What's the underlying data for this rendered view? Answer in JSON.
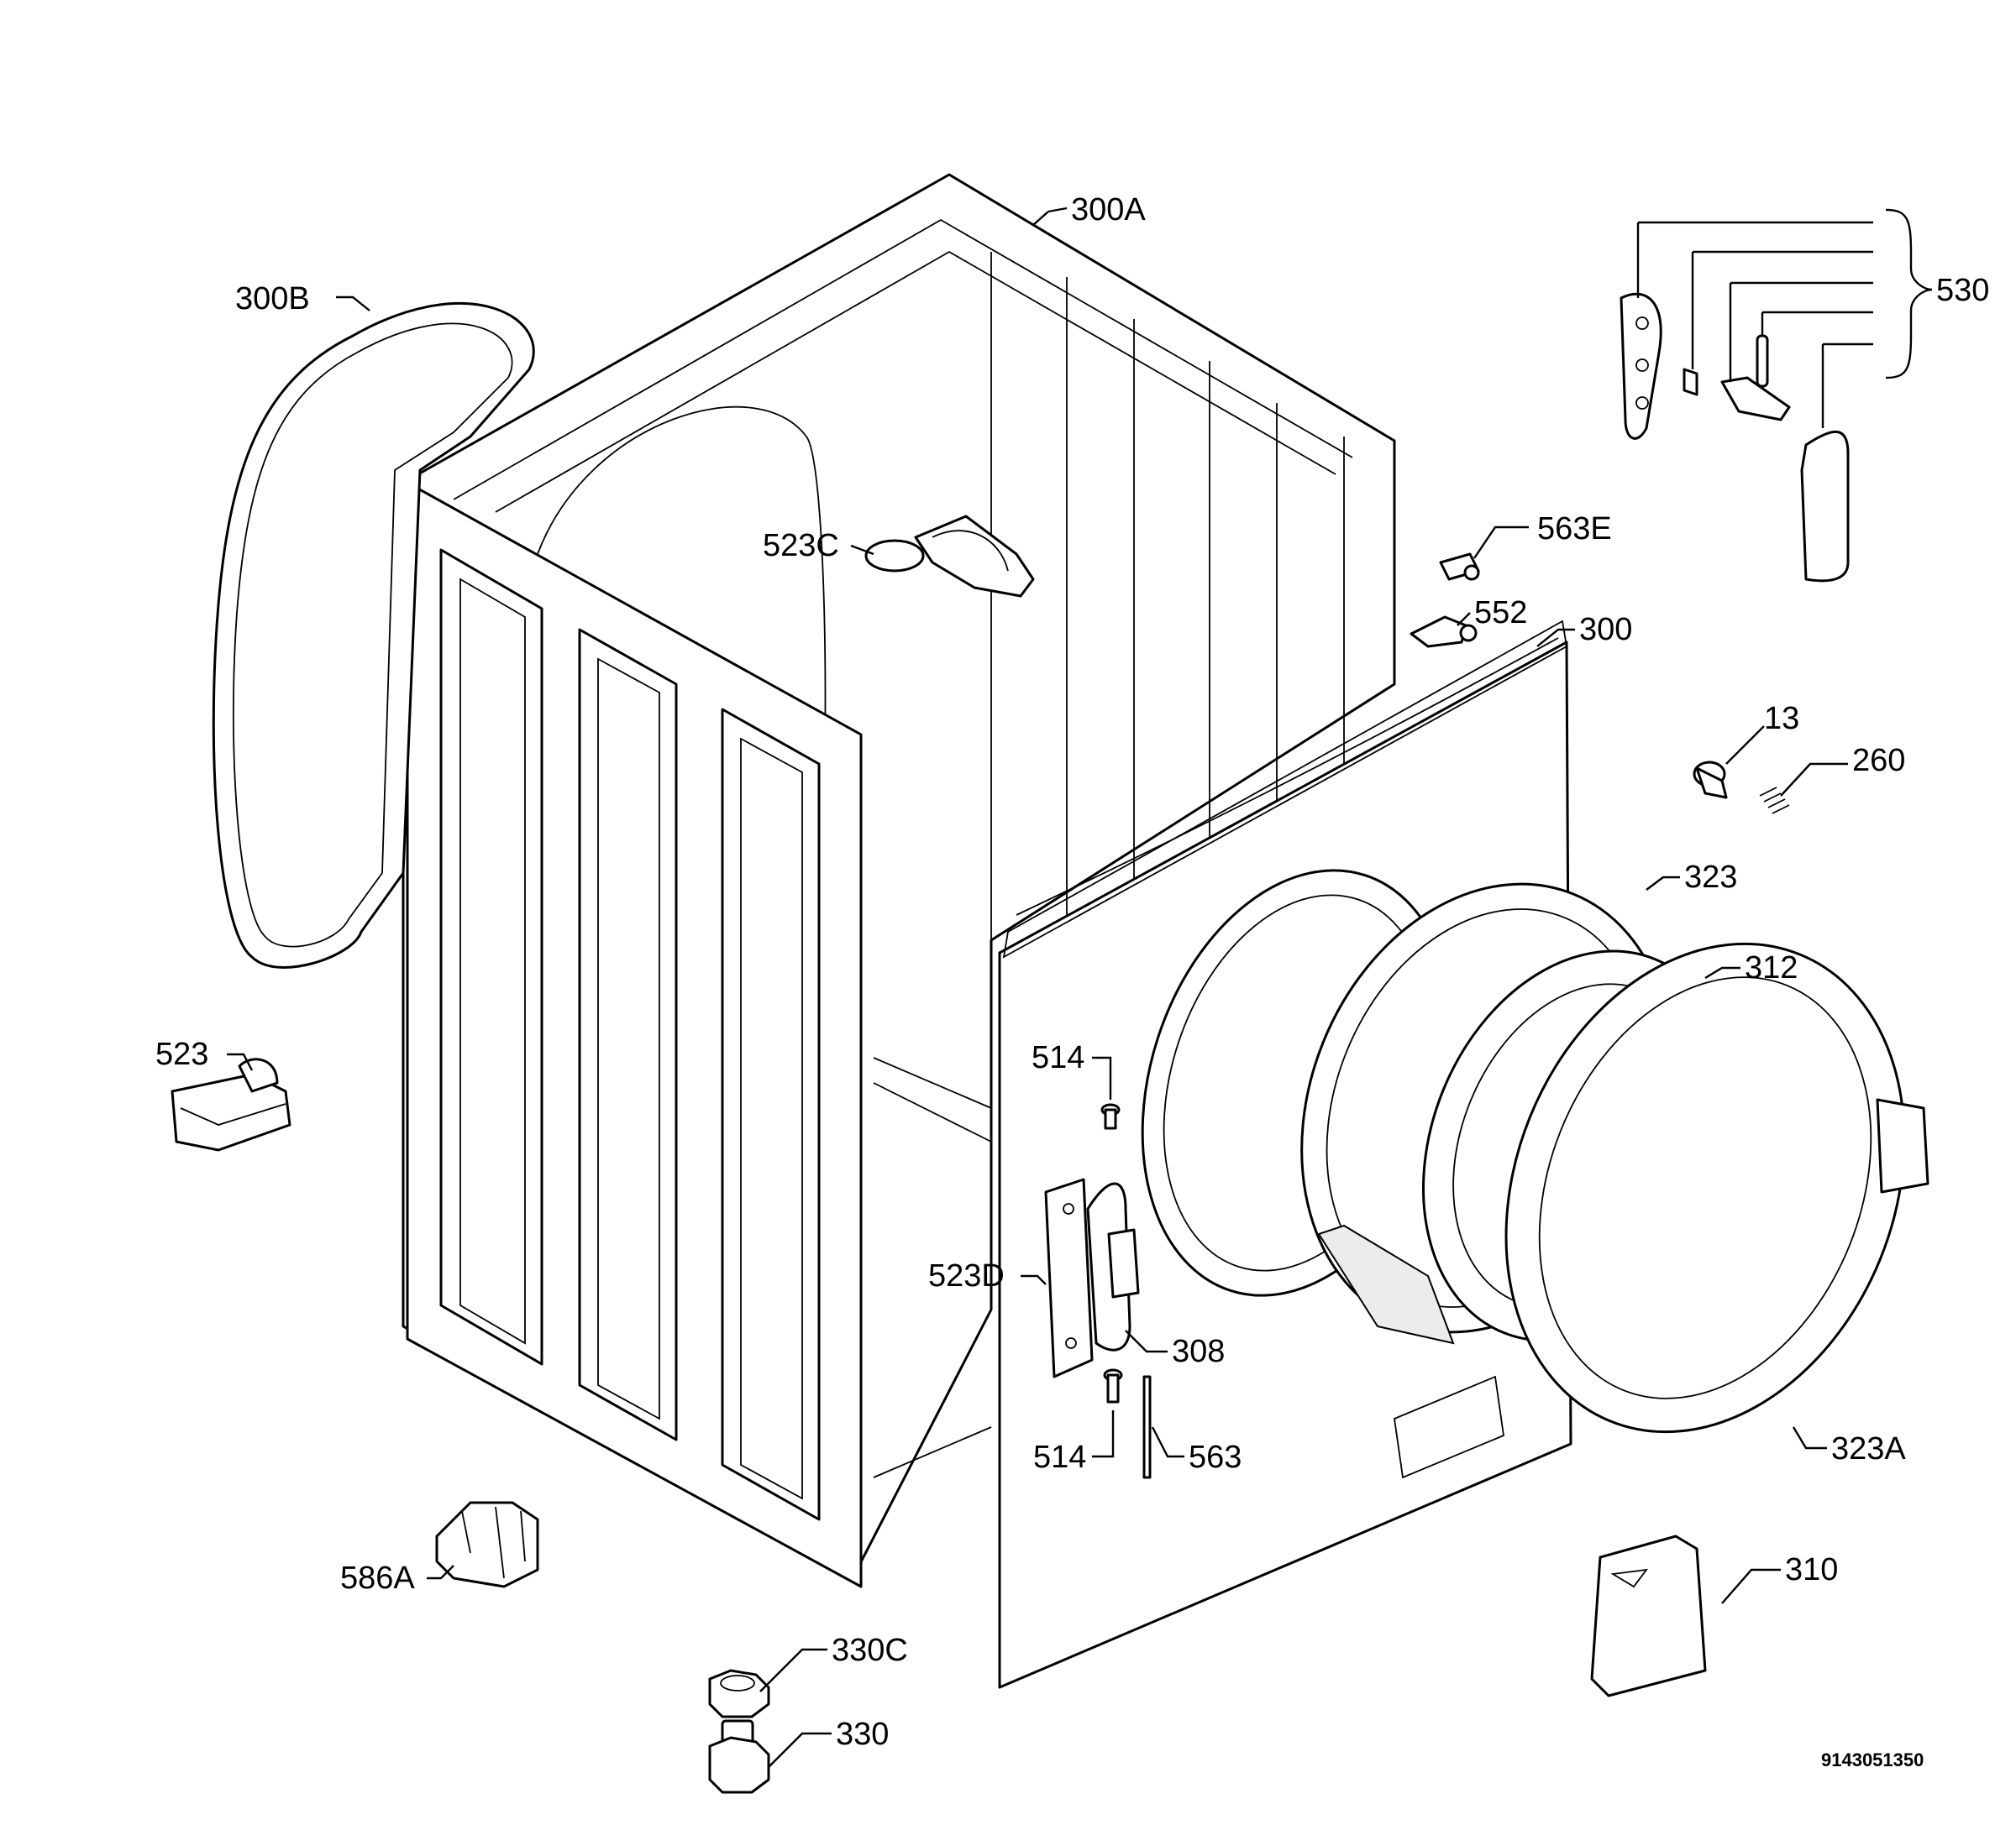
{
  "drawing_code": "9143051350",
  "callouts": {
    "c300A": "300A",
    "c300B": "300B",
    "c530": "530",
    "c523C": "523C",
    "c563E": "563E",
    "c552": "552",
    "c300": "300",
    "c13": "13",
    "c260": "260",
    "c323": "323",
    "c312": "312",
    "c523": "523",
    "c514a": "514",
    "c523D": "523D",
    "c308": "308",
    "c514b": "514",
    "c563": "563",
    "c323A": "323A",
    "c586A": "586A",
    "c310": "310",
    "c330C": "330C",
    "c330": "330"
  }
}
